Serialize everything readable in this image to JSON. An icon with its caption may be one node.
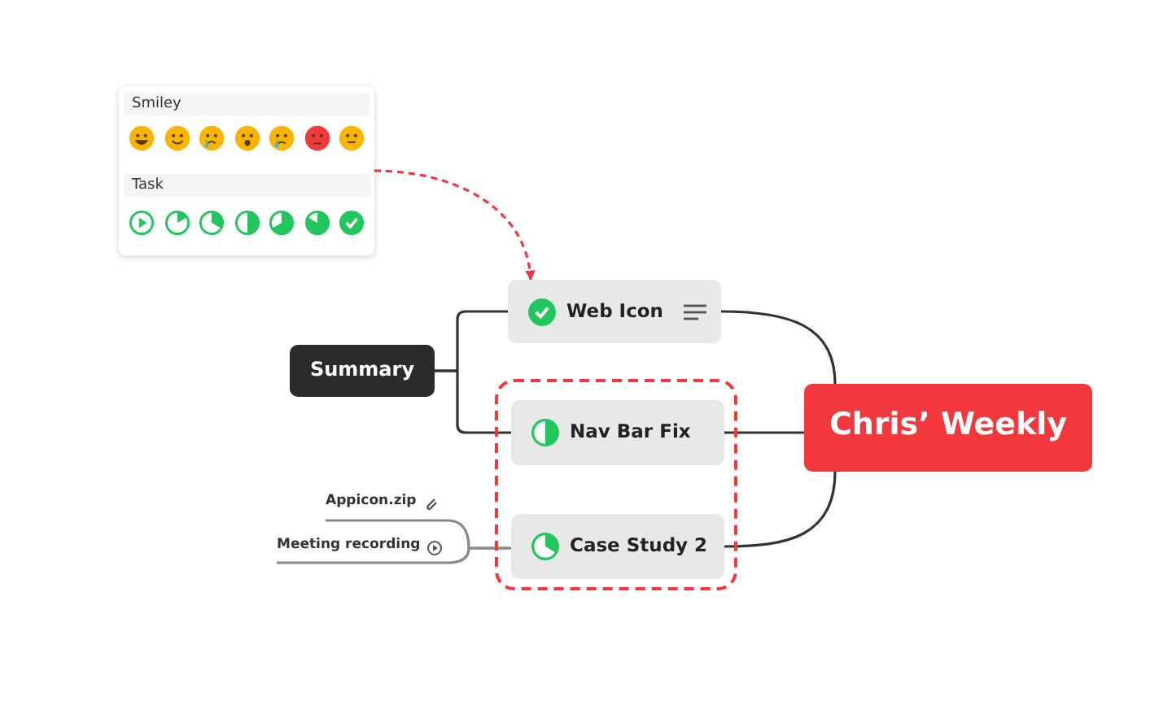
{
  "diagram": {
    "nodes": [
      {
        "text": [
          "Smiley",
          "Task"
        ]
      },
      {
        "text": [
          "Chris’ Weekly"
        ]
      },
      {
        "text": [
          "Web Icon"
        ]
      },
      {
        "text": [],
        "shape": "box"
      },
      {
        "text": [
          "Nav Bar Fix"
        ],
        "in": 3
      },
      {
        "text": [
          "Case Study 2"
        ],
        "in": 3
      },
      {
        "text": [
          "Summary"
        ]
      },
      {
        "text": [
          "Appicon.zip"
        ]
      },
      {
        "text": [
          "Meeting recording"
        ]
      }
    ],
    "edges": [
      {
        "from": 1,
        "to": 2,
        "arrow": "none"
      },
      {
        "from": 1,
        "to": 4,
        "arrow": "none"
      },
      {
        "from": 1,
        "to": 5,
        "arrow": "none"
      },
      {
        "from": 0,
        "to": 2,
        "arrow": "to",
        "style": "dashed",
        "color": "#f0383d"
      },
      {
        "from": 6,
        "to": 2,
        "arrow": "none"
      },
      {
        "from": 6,
        "to": 4,
        "arrow": "none"
      },
      {
        "from": 7,
        "to": 5,
        "arrow": "none",
        "color": "#888888"
      },
      {
        "from": 8,
        "to": 5,
        "arrow": "none",
        "color": "#888888"
      }
    ]
  }
}
